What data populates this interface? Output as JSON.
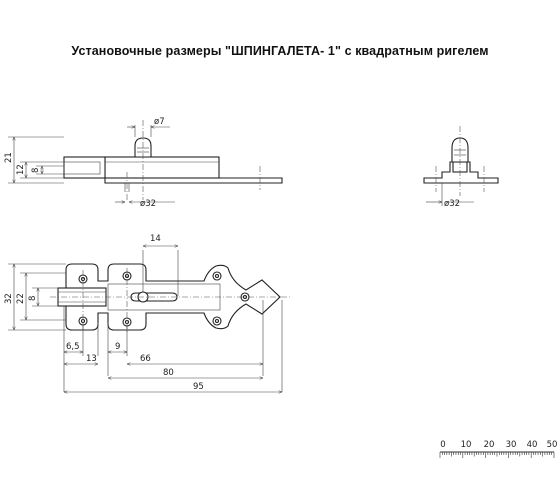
{
  "title": "Установочные размеры \"ШПИНГАЛЕТА- 1\"  с квадратным ригелем",
  "side_view": {
    "dims": {
      "height_total": "21",
      "height_mid": "12",
      "height_bolt": "8",
      "knob_diameter": "ø7",
      "base_diameter": "ø32"
    }
  },
  "end_view": {
    "dims": {
      "base_diameter": "ø32"
    }
  },
  "plan_view": {
    "dims": {
      "slot": "14",
      "height_32": "32",
      "height_22": "22",
      "height_8": "8",
      "d_6_5": "6,5",
      "d_9": "9",
      "d_13": "13",
      "d_66": "66",
      "d_80": "80",
      "d_95": "95"
    }
  },
  "scale": {
    "labels": [
      "0",
      "10",
      "20",
      "30",
      "40",
      "50"
    ]
  }
}
